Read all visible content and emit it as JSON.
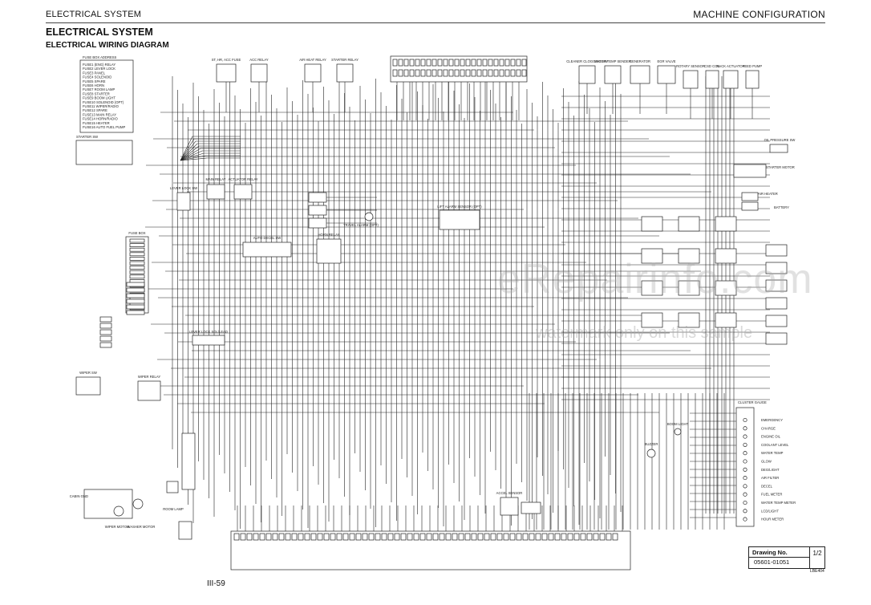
{
  "header": {
    "left": "ELECTRICAL SYSTEM",
    "right": "MACHINE CONFIGURATION"
  },
  "section_title": "ELECTRICAL SYSTEM",
  "subtitle": "ELECTRICAL WIRING DIAGRAM",
  "watermark": {
    "line1": "eRepairinfo.com",
    "line2": "watermark only on this sample"
  },
  "title_block": {
    "label": "Drawing No.",
    "number": "05601-01051",
    "sheet": "1/2"
  },
  "page_number": "III-59",
  "drawing_code": "LBE404",
  "fuse_box_title": "FUSE BOX ADDRESS",
  "components": {
    "st_hr_acc_fuse": "ST, HR, ACC FUSE",
    "acc_relay": "ACC RELAY",
    "air_heat_relay": "AIR HEAT RELAY",
    "starter_relay": "STARTER RELAY",
    "cleaner_clogging_sw": "CLEANER CLOGGING SW",
    "water_temp_sender": "WATER TEMP SENDER",
    "generator": "GENERATOR",
    "egr_valve": "EGR VALVE",
    "rotary_sensor": "ROTARY SENSOR",
    "csd_coil": "CSD COIL",
    "rack_actuator": "RACK ACTUATOR",
    "feed_pump": "FEED PUMP",
    "starter_sw": "STARTER SW",
    "main_relay": "MAIN RELAY",
    "actuator_relay": "ACTUATOR RELAY",
    "lever_lock_sw": "LEVER LOCK SW",
    "fuse_box": "FUSE BOX",
    "auto_decel_sw": "AUTO DECEL SW",
    "lever_lock_solenoid": "LEVER LOCK SOL/LEAD",
    "wiper_sw": "WIPER SW",
    "wiper_relay": "WIPER RELAY",
    "cabin_gnd": "CABIN GND",
    "wiper_motor": "WIPER MOTOR",
    "washer_motor": "WASHER MOTOR",
    "room_lamp": "ROOM LAMP",
    "horn_relay": "HORN RELAY",
    "travel_alarm": "TRAVEL ALARM (OPT)",
    "oil_pressure_sw": "OIL PRESSURE SW",
    "starter_motor": "STARTER MOTOR",
    "air_heater": "AIR HEATER",
    "battery": "BATTERY",
    "buzzer": "BUZZER",
    "accel_sensor": "ACCEL SENSOR",
    "lift_alarm_sensor": "LIFT ALARM SENSOR (OPT)",
    "boom_light": "BOOM LIGHT",
    "cluster_gauge": "CLUSTER GAUGE"
  },
  "cluster_items": [
    "EMERGENCY",
    "CHARGE",
    "ENGINE OIL",
    "COOLANT LEVEL",
    "WATER TEMP",
    "GLOW",
    "DEG/LIGHT",
    "AIR FILTER",
    "DECEL",
    "FUEL METER",
    "WATER TEMP METER",
    "LCD/LIGHT",
    "HOUR METER"
  ],
  "fuse_list": [
    "FUSE1 (ENG) RELAY",
    "FUSE2 LEVER LOCK",
    "FUSE3 PANEL",
    "FUSE4 SOLENOID",
    "FUSE5 SPARE",
    "FUSE6 HORN",
    "FUSE7 ROOM LAMP",
    "FUSE8 STARTER",
    "FUSE9 BOOM LIGHT",
    "FUSE10 SOLENOID (OPT)",
    "FUSE11 WIPER/RADIO",
    "FUSE12 SPARE",
    "FUSE13 MAIN RELAY",
    "FUSE14 HORN/RADIO",
    "FUSE15 HEATER",
    "FUSE16 AUTO FUEL PUMP"
  ],
  "colors": {
    "line": "#222222",
    "watermark": "#aaaaaa"
  }
}
